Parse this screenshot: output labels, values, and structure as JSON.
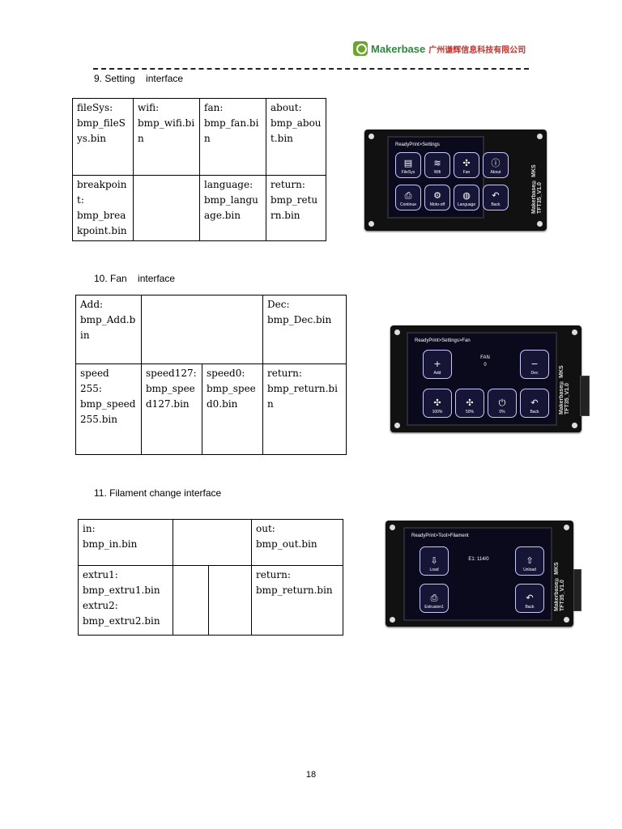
{
  "header": {
    "brand": "Makerbase",
    "company": "广州谦辉信息科技有限公司"
  },
  "sections": {
    "setting": {
      "title": "9. Setting    interface",
      "cells": [
        [
          "fileSys:\nbmp_fileSys.bin",
          "wifi:\nbmp_wifi.bin",
          "fan:\nbmp_fan.bin",
          "about:\nbmp_about.bin"
        ],
        [
          "breakpoint:\nbmp_breakpoint.bin",
          "",
          "language:\nbmp_language.bin",
          "return:\nbmp_return.bin"
        ]
      ],
      "device": {
        "crumb": "ReadyPrint>Settings",
        "buttons": [
          "FileSys",
          "Wifi",
          "Fan",
          "About",
          "Continue",
          "Moto-off",
          "Language",
          "Back"
        ],
        "label": "Makerbase® MKS TFT35_V1.0"
      }
    },
    "fan": {
      "title": "10. Fan    interface",
      "cells": {
        "add": "Add:\nbmp_Add.bin",
        "dec": "Dec:\nbmp_Dec.bin",
        "row2": [
          "speed\n255:\nbmp_speed255.bin",
          "speed127:\nbmp_speed127.bin",
          "speed0:\nbmp_speed0.bin",
          "return:\nbmp_return.bin"
        ]
      },
      "device": {
        "crumb": "ReadyPrint>Settings>Fan",
        "center_title": "FAN",
        "center_value": "0",
        "buttons": [
          "Add",
          "Dec",
          "100%",
          "50%",
          "0%",
          "Back"
        ],
        "label": "Makerbase® MKS TFT35_V1.0"
      }
    },
    "filament": {
      "title": "11. Filament change interface",
      "cells": {
        "in": "in:\nbmp_in.bin",
        "out": "out:\nbmp_out.bin",
        "extru": "extru1:\nbmp_extru1.bin\nextru2:\nbmp_extru2.bin",
        "return": "return:\nbmp_return.bin"
      },
      "device": {
        "crumb": "ReadyPrint>Tool>Filament",
        "center_text": "E1: 114/0",
        "buttons": [
          "Load",
          "Unload",
          "Extrusion1",
          "Back"
        ],
        "label": "Makerbase® MKS TFT35_V1.0"
      }
    }
  },
  "footer": {
    "page_number": "18"
  }
}
